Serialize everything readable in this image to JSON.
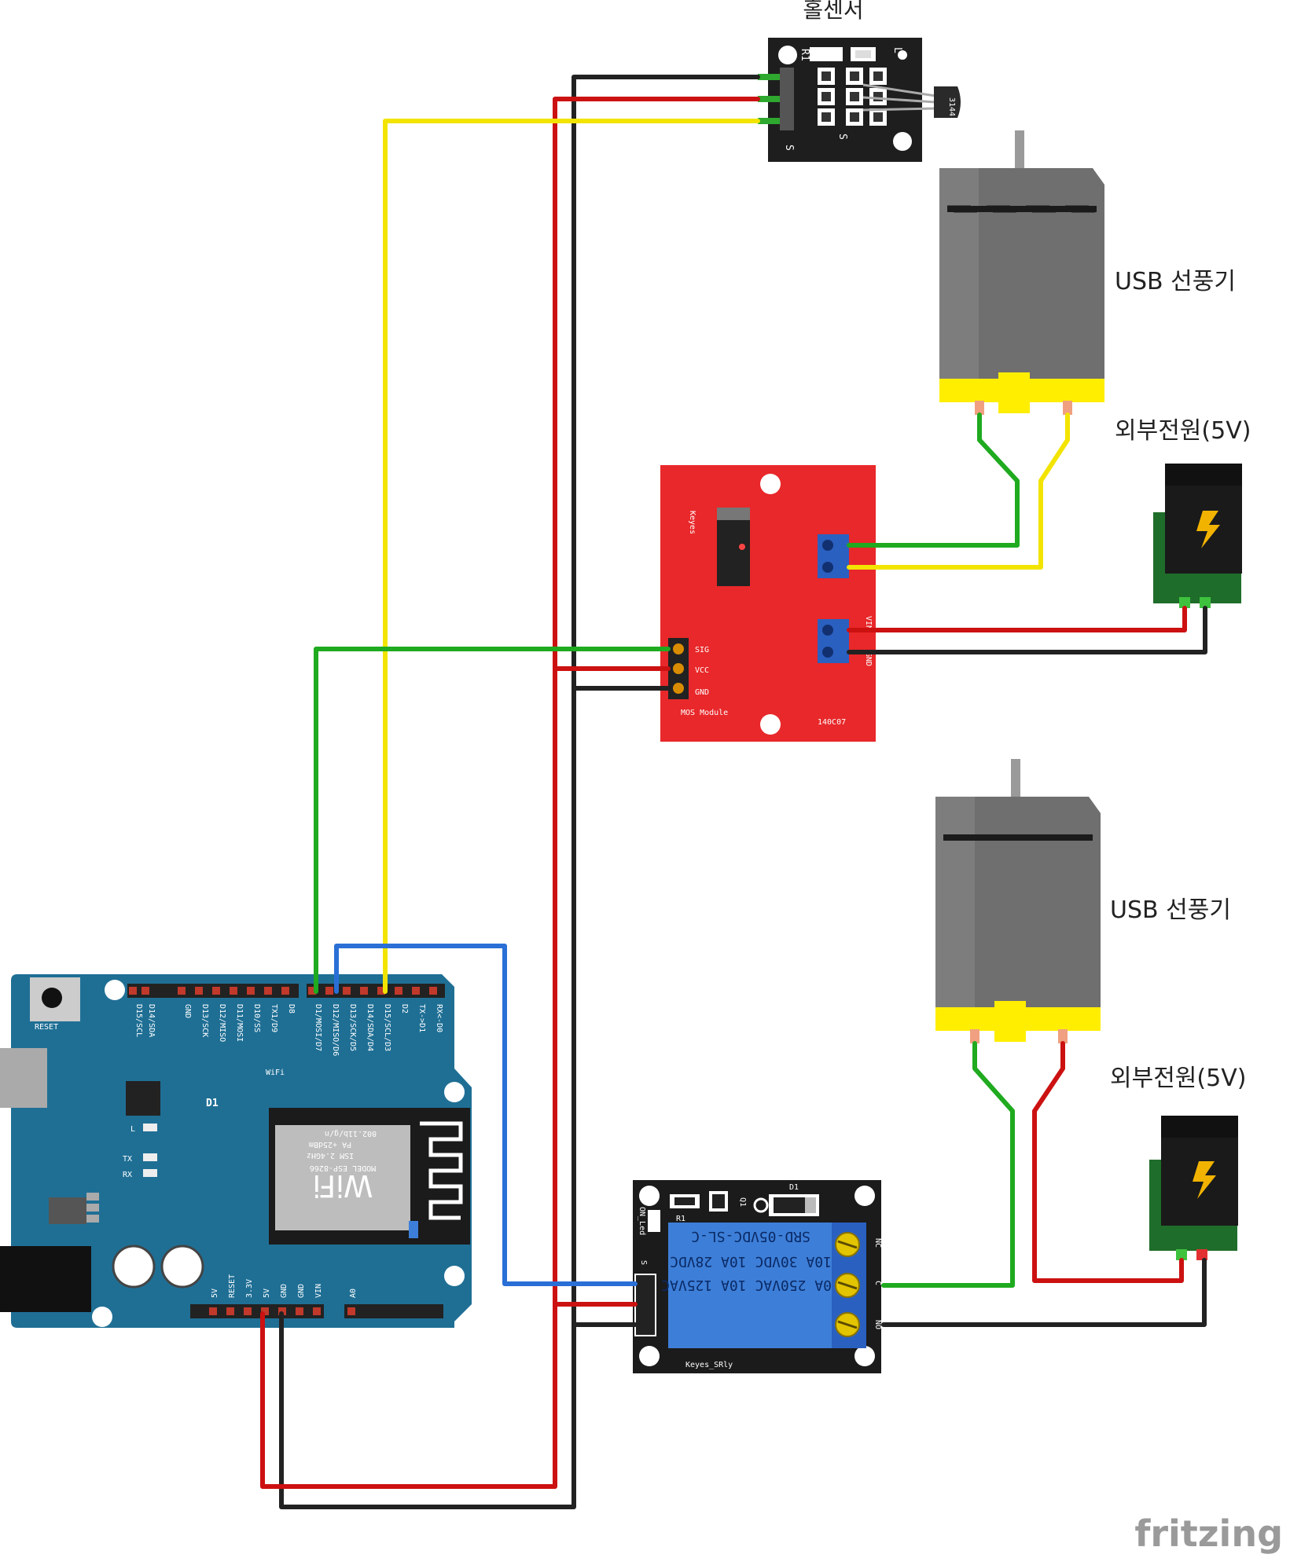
{
  "labels": {
    "hall_sensor": "홀센서",
    "fan_top": "USB 선풍기",
    "fan_bottom": "USB 선풍기",
    "power_top": "외부전원(5V)",
    "power_bottom": "외부전원(5V)",
    "watermark": "fritzing"
  },
  "hall_module": {
    "pin_s": "S",
    "pin_s2": "S",
    "r1": "R1",
    "l": "L",
    "chip": "3144"
  },
  "mos_module": {
    "brand": "Keyes",
    "sig": "SIG",
    "vcc": "VCC",
    "gnd": "GND",
    "name": "MOS Module",
    "code": "140C07",
    "vin": "VIN",
    "gnd_right": "GND"
  },
  "relay_module": {
    "d1": "D1",
    "r1": "R1",
    "q1": "Q1",
    "led": "ON_Led",
    "s": "S",
    "model": "SRD-05VDC-SL-C",
    "rating1": "10A 30VDC 10A 28VDC",
    "rating2": "10A 250VAC 10A 125VAC",
    "nc": "NC",
    "c": "C",
    "no": "NO",
    "name": "Keyes_SRly"
  },
  "d1_board": {
    "reset": "RESET",
    "logo": "D1",
    "wifi": "WiFi",
    "led_l": "L",
    "led_tx": "TX",
    "led_rx": "RX",
    "esp_wifi": "WiFi",
    "esp_model": "MODEL ESP-8266",
    "esp_ism": "ISM 2.4GHz",
    "esp_pa": "PA +25dBm",
    "esp_std": "802.11b/g/n",
    "top_pins": [
      "D15/SCL",
      "D14/SDA",
      "GND",
      "D13/SCK",
      "D12/MISO",
      "D11/MOSI",
      "D10/SS",
      "TX1/D9",
      "D8",
      "D1/MOSI/D7",
      "D12/MISO/D6",
      "D13/SCK/D5",
      "D14/SDA/D4",
      "D15/SCL/D3",
      "D2",
      "TX->D1",
      "RX<-D0"
    ],
    "bottom_pins": [
      "5V",
      "RESET",
      "3.3V",
      "5V",
      "GND",
      "GND",
      "VIN",
      "A0"
    ]
  },
  "colors": {
    "red_wire": "#cc1111",
    "black_wire": "#222222",
    "yellow_wire": "#f2e400",
    "green_wire": "#1faa1f",
    "blue_wire": "#2a6fd6",
    "d1_board": "#1f6f95",
    "mos_board": "#e8282a",
    "relay_board": "#1b1b1b",
    "relay_body": "#3d7fd8",
    "motor_body": "#6f6f6f",
    "motor_base": "#ffee00"
  }
}
